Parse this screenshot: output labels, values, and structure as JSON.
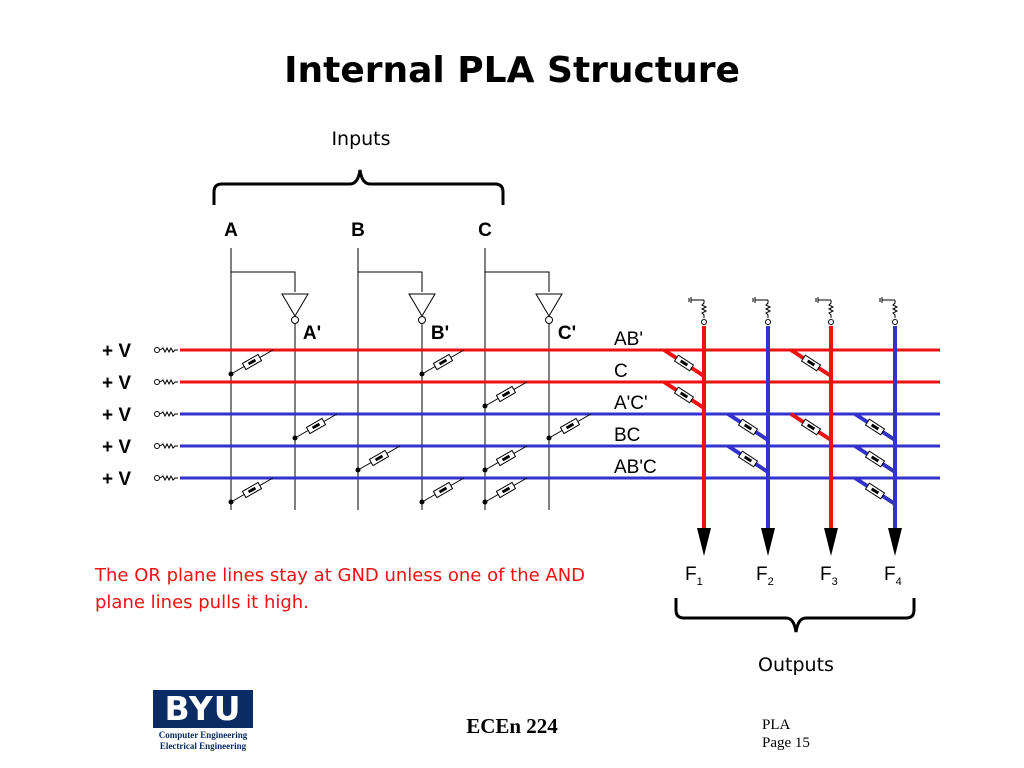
{
  "title": "Internal PLA Structure",
  "inputs_label": "Inputs",
  "outputs_label": "Outputs",
  "inputs": [
    "A",
    "B",
    "C"
  ],
  "inverted_inputs": [
    "A'",
    "B'",
    "C'"
  ],
  "supply_labels": [
    "+ V",
    "+ V",
    "+ V",
    "+ V",
    "+ V"
  ],
  "product_terms": [
    "AB'",
    "C",
    "A'C'",
    "BC",
    "AB'C"
  ],
  "outputs": [
    {
      "letter": "F",
      "sub": "1"
    },
    {
      "letter": "F",
      "sub": "2"
    },
    {
      "letter": "F",
      "sub": "3"
    },
    {
      "letter": "F",
      "sub": "4"
    }
  ],
  "note": "The OR plane lines stay at GND unless one of the AND plane lines pulls it high.",
  "logo": {
    "word": "BYU",
    "line1": "Computer Engineering",
    "line2": "Electrical Engineering"
  },
  "footer": {
    "course": "ECEn 224",
    "topic": "PLA",
    "page": "Page 15"
  },
  "colors": {
    "high": "#ee1111",
    "low": "#3333cc",
    "note_text": "#ee1111",
    "logo_navy": "#0a2b63"
  }
}
